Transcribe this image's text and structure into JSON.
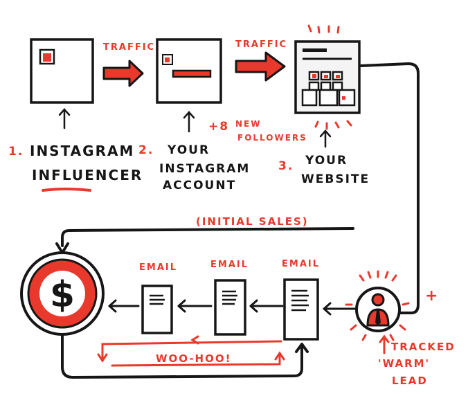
{
  "colors": {
    "ink": "#161616",
    "accent": "#e8392c",
    "paper": "#ffffff",
    "screen": "#f4f4f4"
  },
  "labels": {
    "traffic_1": "TRAFFIC",
    "traffic_2": "TRAFFIC",
    "influencer_number": "1.",
    "influencer_line1": "INSTAGRAM",
    "influencer_line2": "INFLUENCER",
    "account_number": "2.",
    "account_line1": "YOUR",
    "account_line2": "INSTAGRAM",
    "account_line3": "ACCOUNT",
    "followers_count": "+8",
    "followers_line1": "NEW",
    "followers_line2": "FOLLOWERS",
    "website_number": "3.",
    "website_line1": "YOUR",
    "website_line2": "WEBSITE",
    "initial_sales": "(INITIAL SALES)",
    "email_1": "EMAIL",
    "email_2": "EMAIL",
    "email_3": "EMAIL",
    "woohoo": "WOO-HOO!",
    "plus": "+",
    "tracked": "TRACKED",
    "warm": "'WARM'",
    "lead": "LEAD"
  },
  "icons": {
    "money": "dollar-sign-icon",
    "person": "person-icon",
    "email_doc": "document-icon",
    "arrow_up": "arrow-up-icon",
    "arrow_right": "arrow-right-icon",
    "arrow_left": "arrow-left-icon"
  }
}
